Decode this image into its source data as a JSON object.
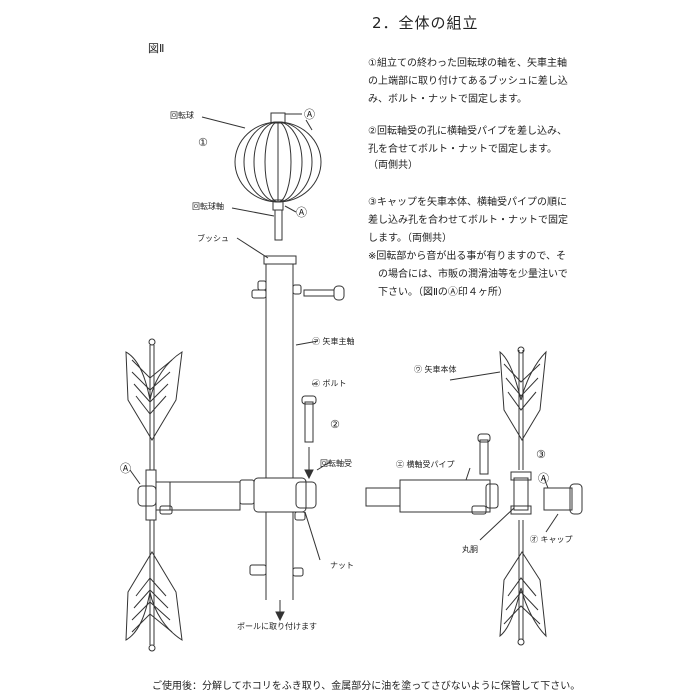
{
  "header": {
    "title": "2．全体の組立",
    "figure_label": "図Ⅱ"
  },
  "instructions": [
    "①組立ての終わった回転球の軸を、矢車主軸",
    "の上端部に取り付けてあるブッシュに差し込",
    "み、ボルト・ナットで固定します。",
    "②回転軸受の孔に横軸受パイプを差し込み、",
    "孔を合せてボルト・ナットで固定します。",
    "（両側共）",
    "③キャップを矢車本体、横軸受パイプの順に",
    "差し込み孔を合わせてボルト・ナットで固定",
    "します。（両側共）",
    "※回転部から音が出る事が有りますので、そ",
    "　の場合には、市販の潤滑油等を少量注いで",
    "　下さい。（図ⅡのⒶ印４ヶ所）"
  ],
  "labels": {
    "kaitenkyu": "回転球",
    "step1": "①",
    "kaitenkyu_jiku": "回転球軸",
    "bush": "ブッシュ",
    "main_shaft": "㋐ 矢車主軸",
    "bolt": "㋑ ボルト",
    "step2": "②",
    "bearing": "回転軸受",
    "nut": "ナット",
    "pole": "ポールに取り付けます",
    "yaguruma_body": "㋒ 矢車本体",
    "step3": "③",
    "horizontal_pipe": "㋓ 横軸受パイプ",
    "round_body": "丸胴",
    "cap": "㋔ キャップ",
    "a_mark": "Ⓐ"
  },
  "footer": {
    "note": "ご使用後：分解してホコリをふき取り、金属部分に油を塗ってさびないように保管して下さい。"
  }
}
